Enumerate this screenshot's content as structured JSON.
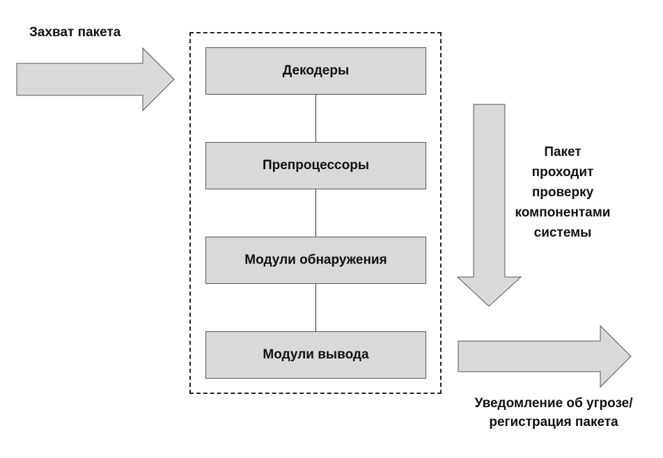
{
  "labels": {
    "capture": "Захват пакета",
    "process_lines": [
      "Пакет",
      "проходит",
      "проверку",
      "компонентами",
      "системы"
    ],
    "notify_lines": [
      "Уведомление об угрозе/",
      "регистрация пакета"
    ]
  },
  "components": [
    {
      "label": "Декодеры"
    },
    {
      "label": "Препроцессоры"
    },
    {
      "label": "Модули обнаружения"
    },
    {
      "label": "Модули вывода"
    }
  ],
  "colors": {
    "box_fill": "#d9d9d9",
    "arrow_fill": "#d9d9d9",
    "outline": "#555555"
  }
}
